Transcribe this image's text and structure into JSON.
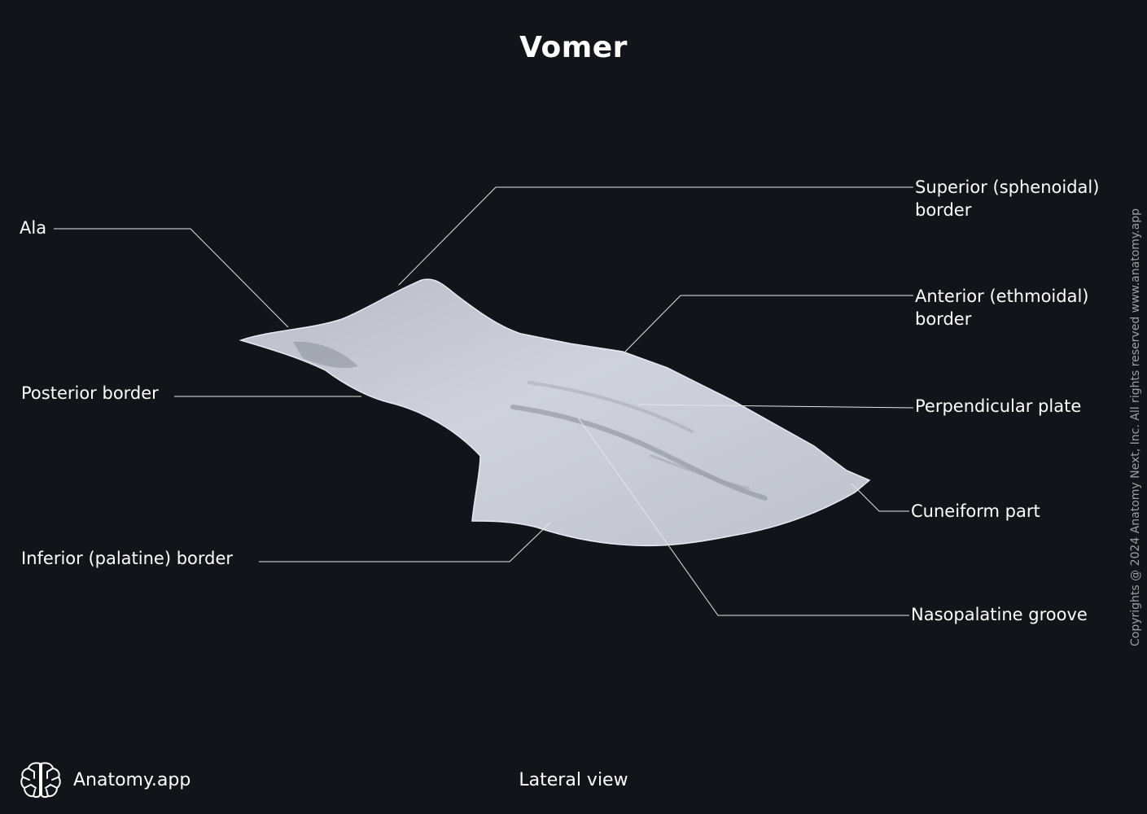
{
  "title": "Vomer",
  "labels": {
    "ala": "Ala",
    "posterior_border": "Posterior border",
    "inferior_border": "Inferior (palatine) border",
    "superior_border_line1": "Superior (sphenoidal)",
    "superior_border_line2": "border",
    "anterior_border_line1": "Anterior (ethmoidal)",
    "anterior_border_line2": "border",
    "perpendicular_plate": "Perpendicular plate",
    "cuneiform_part": "Cuneiform part",
    "nasopalatine_groove": "Nasopalatine groove"
  },
  "view": "Lateral view",
  "brand": {
    "name": "Anatomy.app",
    "icon": "brain-icon"
  },
  "copyright": "Copyrights @ 2024 Anatomy Next, Inc. All rights reserved www.anatomy.app",
  "colors": {
    "background": "#111419",
    "bone": "#c9ccd6",
    "leader": "#e6e6e6"
  }
}
